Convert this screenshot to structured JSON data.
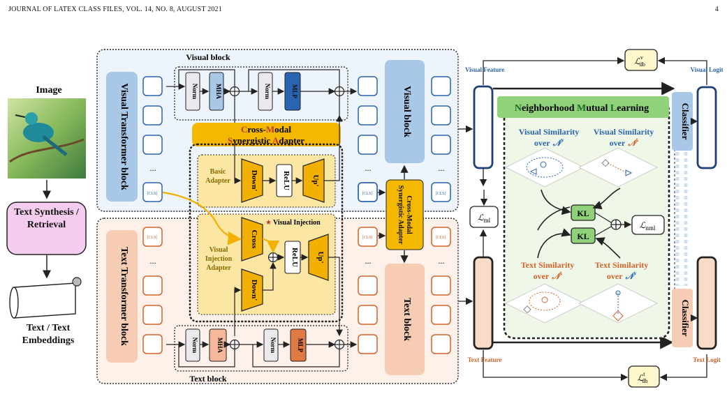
{
  "header": {
    "left": "JOURNAL OF LATEX CLASS FILES, VOL. 14, NO. 8, AUGUST 2021",
    "page": "4"
  },
  "input": {
    "image_label": "Image",
    "text_module": "Text Synthesis / Retrieval",
    "text_output": "Text / Text Embeddings"
  },
  "visual_branch": {
    "block_title": "Visual block",
    "transformer": "Visual Transformer block",
    "norm1": "Norm",
    "mha": "MHA",
    "norm2": "Norm",
    "mlp": "MLP",
    "cls": "[CLS]",
    "dots": "...",
    "block2": "Visual block",
    "feature": "Visual Feature",
    "logit": "Visual Logit"
  },
  "text_branch": {
    "block_title": "Text block",
    "transformer": "Text Transformer block",
    "norm1": "Norm",
    "mha": "MHA",
    "norm2": "Norm",
    "mlp": "MLP",
    "cls": "[CLS]",
    "dots": "...",
    "block2": "Text block",
    "feature": "Text Feature",
    "logit": "Text Logit"
  },
  "adapter": {
    "title_prefix_c": "C",
    "title_rest1": "ross-",
    "title_m": "M",
    "title_rest2": "odal",
    "title_s": "S",
    "title_rest3": "ynergistic ",
    "title_a": "A",
    "title_rest4": "dapter",
    "basic": "Basic Adapter",
    "visual_injection": "Visual Injection Adapter",
    "down": "Down'",
    "relu": "ReLU",
    "up": "Up'",
    "cross": "Cross",
    "star_note": "Visual Injection",
    "side_adapter": "Cross-Modal Synergistic Adapter"
  },
  "nml": {
    "title_n": "N",
    "title_rest1": "eighborhood ",
    "title_m": "M",
    "title_rest2": "utual ",
    "title_l": "L",
    "title_rest3": "earning",
    "vs_v_line1": "Visual Similarity",
    "vs_v_line2": "over",
    "vs_t_line1": "Visual Similarity",
    "vs_t_line2": "over",
    "ts_t_line1": "Text Similarity",
    "ts_t_line2": "over",
    "ts_v_line1": "Text Similarity",
    "ts_v_line2": "over",
    "n_symbol": "𝒩",
    "sup_v": "v",
    "sup_t": "t",
    "kl": "KL",
    "classifier": "Classifier"
  },
  "losses": {
    "l_db_v_main": "ℒ",
    "l_db_v_sub": "db",
    "l_db_v_sup": "v",
    "l_db_t_main": "ℒ",
    "l_db_t_sub": "db",
    "l_db_t_sup": "t",
    "l_ml_main": "ℒ",
    "l_ml_sub": "ml",
    "l_nml_main": "ℒ",
    "l_nml_sub": "nml"
  },
  "colors": {
    "visual_fill": "#a9c8e8",
    "visual_dark": "#2a64b0",
    "text_fill": "#f6cdb4",
    "text_dark": "#d2622a",
    "adapter_fill": "#fbe7a3",
    "adapter_gold": "#f5b800",
    "text_module": "#f4cdee",
    "nml_green": "#8fd27a"
  }
}
